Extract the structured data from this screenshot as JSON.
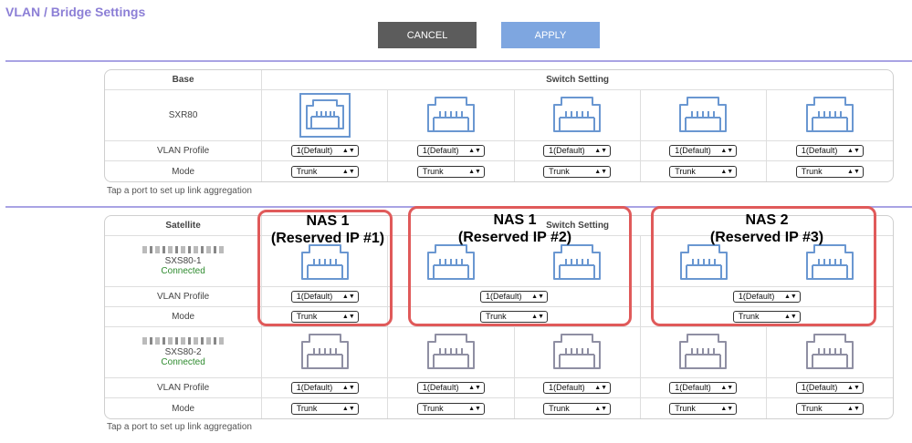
{
  "page": {
    "title": "VLAN / Bridge Settings"
  },
  "toolbar": {
    "cancel_label": "CANCEL",
    "apply_label": "APPLY"
  },
  "colors": {
    "accent": "#8c7fd6",
    "port_blue": "#6a97d1",
    "port_gray": "#8f8fa3",
    "highlight": "#e05a5a",
    "connected": "#2e8b2e"
  },
  "base": {
    "header_left": "Base",
    "header_right": "Switch Setting",
    "device": "SXR80",
    "vlan_label": "VLAN Profile",
    "mode_label": "Mode",
    "vlan_values": [
      "1(Default)",
      "1(Default)",
      "1(Default)",
      "1(Default)",
      "1(Default)"
    ],
    "mode_values": [
      "Trunk",
      "Trunk",
      "Trunk",
      "Trunk",
      "Trunk"
    ],
    "note": "Tap a port to set up link aggregation"
  },
  "satellite": {
    "header_left": "Satellite",
    "header_right": "Switch Setting",
    "sat1": {
      "name": "SXS80-1",
      "status": "Connected",
      "vlan_values": [
        "1(Default)",
        "1(Default)",
        "1(Default)"
      ],
      "mode_values": [
        "Trunk",
        "Trunk",
        "Trunk"
      ]
    },
    "sat2": {
      "name": "SXS80-2",
      "status": "Connected",
      "vlan_values": [
        "1(Default)",
        "1(Default)",
        "1(Default)",
        "1(Default)",
        "1(Default)"
      ],
      "mode_values": [
        "Trunk",
        "Trunk",
        "Trunk",
        "Trunk",
        "Trunk"
      ]
    },
    "vlan_label": "VLAN Profile",
    "mode_label": "Mode",
    "note": "Tap a port to set up link aggregation"
  },
  "annotations": [
    {
      "line1": "NAS 1",
      "line2": "(Reserved IP #1)"
    },
    {
      "line1": "NAS 1",
      "line2": "(Reserved IP #2)"
    },
    {
      "line1": "NAS 2",
      "line2": "(Reserved IP #3)"
    }
  ]
}
